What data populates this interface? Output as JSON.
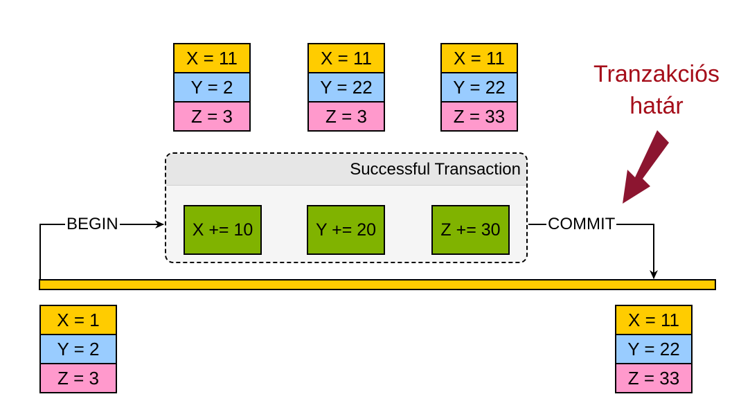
{
  "colors": {
    "x_fill": "#ffcc00",
    "y_fill": "#99ccff",
    "z_fill": "#ff99cc",
    "operation_fill": "#80b300",
    "timeline": "#ffcc00",
    "boundary_arrow": "#8c1530",
    "boundary_text": "#a50e1a"
  },
  "intermediate_states": [
    {
      "x": "X = 11",
      "y": "Y = 2",
      "z": "Z = 3"
    },
    {
      "x": "X = 11",
      "y": "Y = 22",
      "z": "Z = 3"
    },
    {
      "x": "X = 11",
      "y": "Y = 22",
      "z": "Z = 33"
    }
  ],
  "initial_state": {
    "x": "X = 1",
    "y": "Y = 2",
    "z": "Z = 3"
  },
  "final_state": {
    "x": "X = 11",
    "y": "Y = 22",
    "z": "Z = 33"
  },
  "transaction": {
    "title": "Successful Transaction",
    "operations": [
      "X += 10",
      "Y += 20",
      "Z += 30"
    ]
  },
  "labels": {
    "begin": "BEGIN",
    "commit": "COMMIT"
  },
  "boundary": {
    "line1": "Tranzakciós",
    "line2": "határ"
  }
}
